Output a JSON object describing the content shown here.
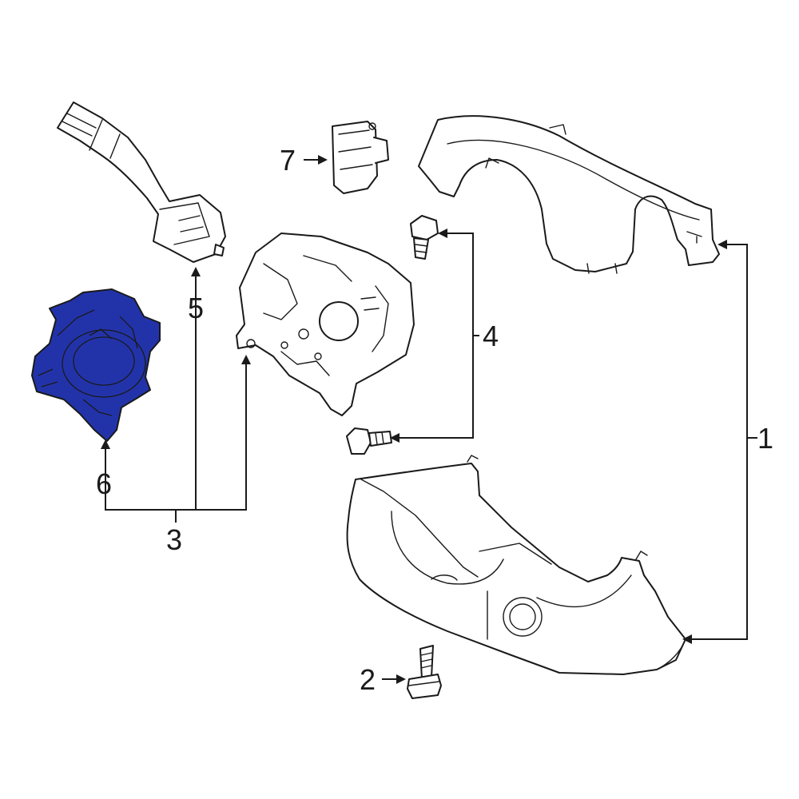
{
  "diagram": {
    "highlight_color": "#2233aa",
    "callouts": [
      {
        "id": "1",
        "label": "1"
      },
      {
        "id": "2",
        "label": "2"
      },
      {
        "id": "3",
        "label": "3"
      },
      {
        "id": "4",
        "label": "4"
      },
      {
        "id": "5",
        "label": "5"
      },
      {
        "id": "6",
        "label": "6"
      },
      {
        "id": "7",
        "label": "7"
      }
    ]
  }
}
